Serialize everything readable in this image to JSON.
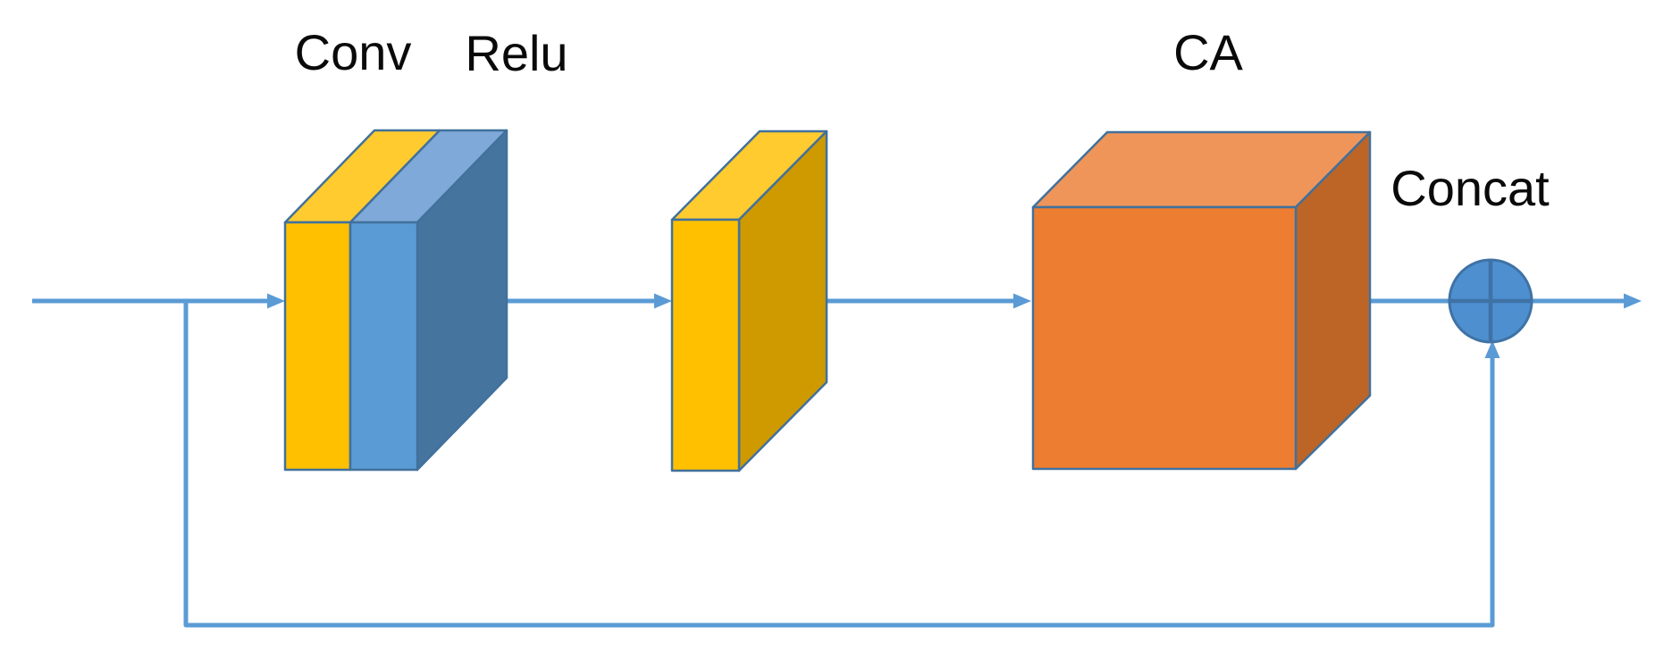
{
  "figure": {
    "labels": {
      "conv": "Conv",
      "relu": "Relu",
      "ca": "CA",
      "concat": "Concat"
    },
    "operator_icon": "circle-plus-icon",
    "colors": {
      "conv_front": "#FFC000",
      "conv_top": "#FFCB2E",
      "conv_side": "#CE9A00",
      "relu_front": "#5B9BD5",
      "relu_top": "#7FA9D8",
      "relu_side": "#45749F",
      "ca_front": "#ED7D31",
      "ca_top": "#EF9559",
      "ca_side": "#BD6526",
      "shape_outline": "#41719C",
      "connector": "#5B9BD5",
      "operator_fill": "#4E8FD0",
      "operator_stroke": "#3F72A5",
      "label_text": "#0a0a0a"
    }
  }
}
